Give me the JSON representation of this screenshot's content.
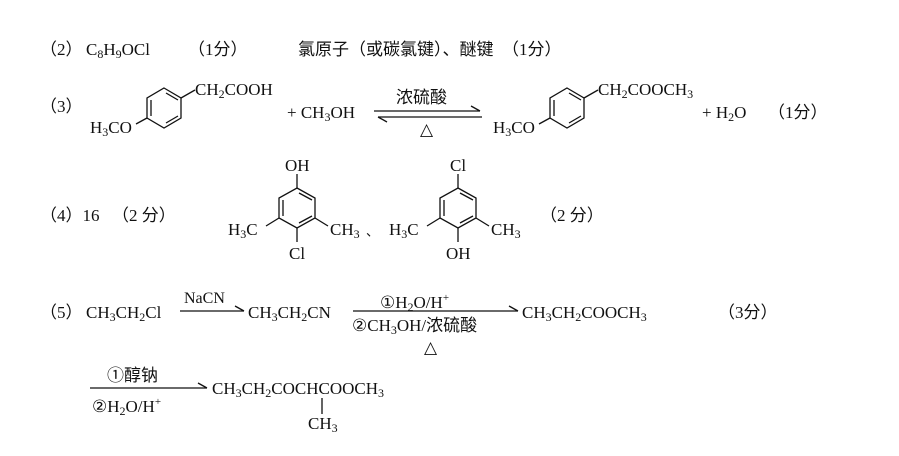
{
  "items": {
    "q2": {
      "label": "（2）",
      "formula": {
        "a": "C",
        "a_sub": "8",
        "b": "H",
        "b_sub": "9",
        "c": "OCl"
      },
      "score1": "（1分）",
      "groups": "氯原子（或碳氯键）、醚键",
      "score2": "（1分）"
    },
    "q3": {
      "label": "（3）",
      "reactant_sub": {
        "a": "CH",
        "a_sub": "2",
        "b": "COOH"
      },
      "reactant_ome": {
        "a": "H",
        "a_sub": "3",
        "b": "CO"
      },
      "plus_methanol": {
        "a": "+ CH",
        "a_sub": "3",
        "b": "OH"
      },
      "condition_top": "浓硫酸",
      "condition_bottom": "△",
      "product_sub": {
        "a": "CH",
        "a_sub": "2",
        "b": "COOCH",
        "b_sub": "3"
      },
      "product_ome": {
        "a": "H",
        "a_sub": "3",
        "b": "CO"
      },
      "plus_water": {
        "a": "+ H",
        "a_sub": "2",
        "b": "O"
      },
      "score": "（1分）"
    },
    "q4": {
      "label": "（4）16",
      "score1": "（2 分）",
      "isomer1": {
        "top": "OH",
        "bottom": "Cl",
        "left": {
          "a": "H",
          "a_sub": "3",
          "b": "C"
        },
        "right": {
          "a": "CH",
          "a_sub": "3"
        }
      },
      "separator": "、",
      "isomer2": {
        "top": "Cl",
        "bottom": "OH",
        "left": {
          "a": "H",
          "a_sub": "3",
          "b": "C"
        },
        "right": {
          "a": "CH",
          "a_sub": "3"
        }
      },
      "score2": "（2 分）"
    },
    "q5": {
      "label": "（5）",
      "start": {
        "a": "CH",
        "a_sub": "3",
        "b": "CH",
        "b_sub": "2",
        "c": "Cl"
      },
      "step1_reagent": "NaCN",
      "nitrile": {
        "a": "CH",
        "a_sub": "3",
        "b": "CH",
        "b_sub": "2",
        "c": "CN"
      },
      "step2_top": {
        "a": "①H",
        "a_sub": "2",
        "b": "O/H",
        "b_sup": "+"
      },
      "step2_bottom": {
        "a": "②CH",
        "a_sub": "3",
        "b": "OH/浓硫酸"
      },
      "step2_delta": "△",
      "ester": {
        "a": "CH",
        "a_sub": "3",
        "b": "CH",
        "b_sub": "2",
        "c": "COOCH",
        "c_sub": "3"
      },
      "score": "（3分）",
      "step3_top": "①醇钠",
      "step3_bottom": {
        "a": "②H",
        "a_sub": "2",
        "b": "O/H",
        "b_sup": "+"
      },
      "final": {
        "a": "CH",
        "a_sub": "3",
        "b": "CH",
        "b_sub": "2",
        "c": "COCHCOOCH",
        "c_sub": "3"
      },
      "final_branch": {
        "a": "CH",
        "a_sub": "3"
      }
    }
  }
}
